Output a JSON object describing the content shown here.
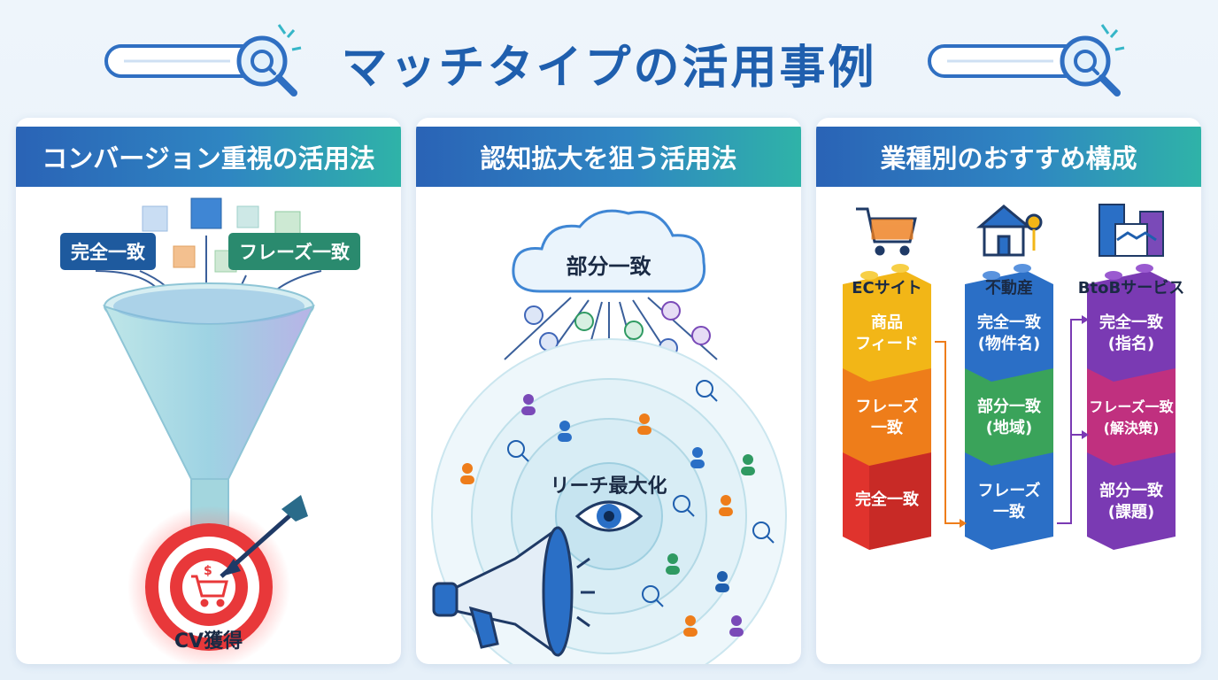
{
  "title": "マッチタイプの活用事例",
  "panels": {
    "conversion": {
      "header": "コンバージョン重視の活用法",
      "tag_exact": "完全一致",
      "tag_phrase": "フレーズ一致",
      "result": "CV獲得"
    },
    "awareness": {
      "header": "認知拡大を狙う活用法",
      "cloud": "部分一致",
      "center": "リーチ最大化"
    },
    "industry": {
      "header": "業種別のおすすめ構成",
      "columns": [
        {
          "name": "ECサイト",
          "icon": "cart-icon",
          "blocks": [
            "商品\nフィード",
            "フレーズ\n一致",
            "完全一致"
          ]
        },
        {
          "name": "不動産",
          "icon": "house-key-icon",
          "blocks": [
            "完全一致\n(物件名)",
            "部分一致\n(地域)",
            "フレーズ\n一致"
          ]
        },
        {
          "name": "BtoBサービス",
          "icon": "building-handshake-icon",
          "blocks": [
            "完全一致\n(指名)",
            "フレーズ一致\n(解決策)",
            "部分一致\n(課題)"
          ]
        }
      ]
    }
  },
  "colors": {
    "title": "#1f5fae",
    "exact_tag": "#1e5a9e",
    "phrase_tag": "#2a8a6e",
    "ec_blocks": [
      "#f2b617",
      "#ee7d1a",
      "#e0332d"
    ],
    "realestate_blocks": [
      "#2b6fc6",
      "#3aa35a",
      "#2b6fc6"
    ],
    "btob_blocks": [
      "#7a3ab3",
      "#c0307f",
      "#7a3ab3"
    ]
  }
}
